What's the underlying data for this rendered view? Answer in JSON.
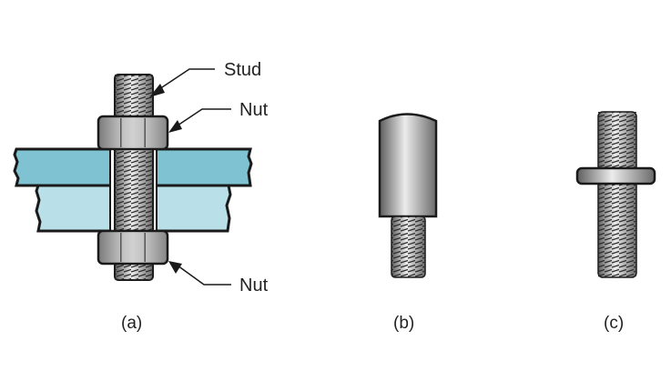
{
  "diagram": {
    "title": "Stud types",
    "colors": {
      "plate_top": "#7fc3d3",
      "plate_bottom": "#b9e0e8",
      "metal_dark": "#6e6e6e",
      "metal_light": "#e8e8e8",
      "outline": "#1a1a1a"
    },
    "figure_a": {
      "caption": "(a)",
      "labels": {
        "stud": "Stud",
        "nut_top": "Nut",
        "nut_bottom": "Nut"
      }
    },
    "figure_b": {
      "caption": "(b)"
    },
    "figure_c": {
      "caption": "(c)"
    }
  }
}
